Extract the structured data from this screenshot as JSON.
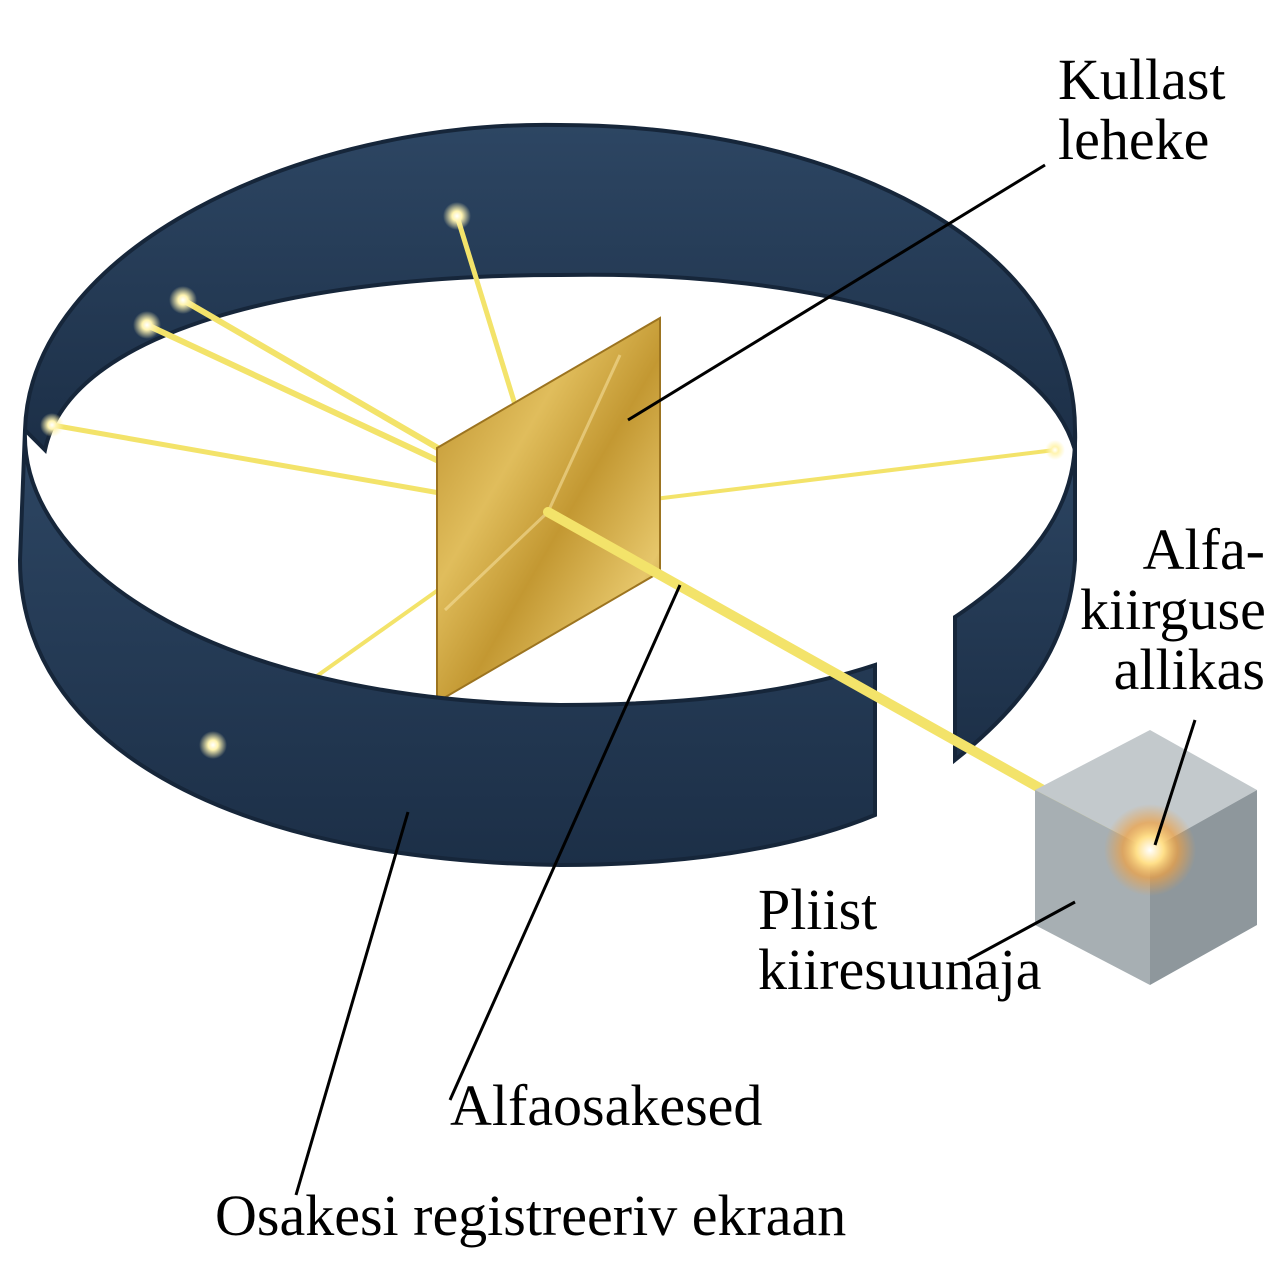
{
  "labels": {
    "foil": [
      "Kullast",
      "leheke"
    ],
    "source": [
      "Alfa-",
      "kiirguse",
      "allikas"
    ],
    "shield": [
      "Pliist",
      "kiiresuunaja"
    ],
    "particles": "Alfaosakesed",
    "screen": "Osakesi registreeriv ekraan"
  },
  "colors": {
    "screen": "#243a55",
    "screen_edge": "#16263a",
    "foil": "#c9a13a",
    "beam": "#f3e36a",
    "lead_block": "#a9b1b6",
    "leader_line": "#000000"
  }
}
